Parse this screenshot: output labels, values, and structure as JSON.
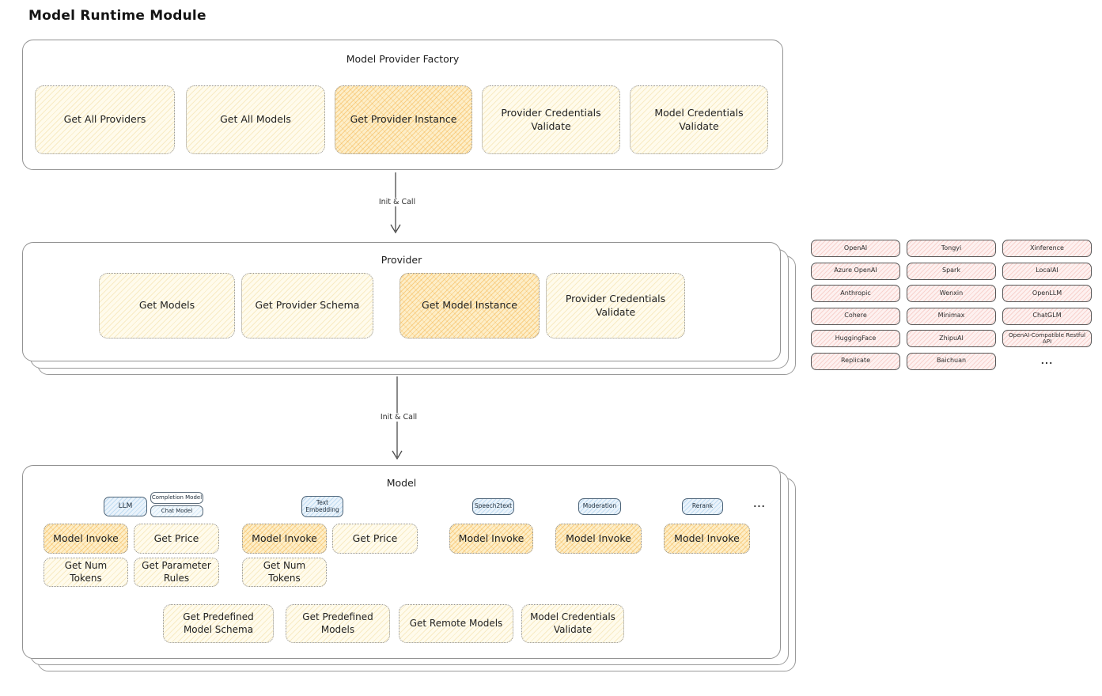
{
  "title": "Model Runtime Module",
  "arrows": {
    "top_label": "Init & Call",
    "bottom_label": "Init & Call"
  },
  "factory": {
    "title": "Model Provider Factory",
    "buttons": [
      "Get All Providers",
      "Get All Models",
      "Get Provider Instance",
      "Provider Credentials Validate",
      "Model Credentials Validate"
    ]
  },
  "provider": {
    "title": "Provider",
    "buttons": [
      "Get Models",
      "Get Provider Schema",
      "Get Model Instance",
      "Provider Credentials Validate"
    ]
  },
  "providers_grid": [
    "OpenAI",
    "Tongyi",
    "Xinference",
    "Azure OpenAI",
    "Spark",
    "LocalAI",
    "Anthropic",
    "Wenxin",
    "OpenLLM",
    "Cohere",
    "Minimax",
    "ChatGLM",
    "HuggingFace",
    "ZhipuAI",
    "OpenAI-Compatible Restful API",
    "Replicate",
    "Baichuan"
  ],
  "providers_more": "...",
  "model": {
    "title": "Model",
    "tabs": {
      "llm": "LLM",
      "completion": "Completion Model",
      "chat": "Chat Model",
      "text_embedding": "Text Embedding",
      "speech2text": "Speech2text",
      "moderation": "Moderation",
      "rerank": "Rerank",
      "more": "..."
    },
    "buttons": {
      "model_invoke": "Model Invoke",
      "get_price": "Get Price",
      "get_num_tokens": "Get Num Tokens",
      "get_parameter_rules": "Get Parameter Rules"
    },
    "bottom_buttons": [
      "Get Predefined Model Schema",
      "Get Predefined Models",
      "Get Remote Models",
      "Model Credentials Validate"
    ]
  },
  "colors": {
    "hatch_yellow": "#fffbec",
    "hatch_orange": "#fdeec8",
    "hatch_blue": "#eaf3fb",
    "hatch_pink": "#fdf1f0",
    "stroke": "#8f8f8f"
  }
}
